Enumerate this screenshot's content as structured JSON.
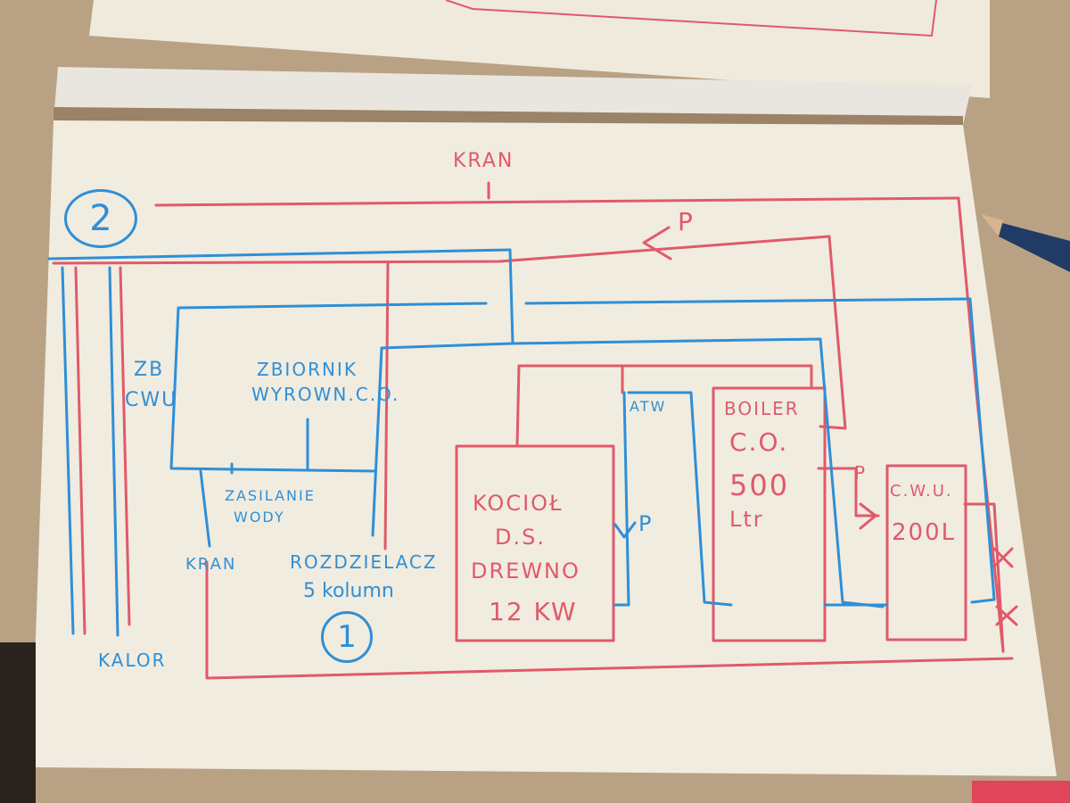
{
  "colors": {
    "table": "#b9a184",
    "paper": "#f1ece0",
    "hot_pipe": "#e05a6a",
    "cold_pipe": "#2f8fd6"
  },
  "labels": {
    "kran_top": "KRAN",
    "circle_2": "2",
    "circle_1": "1",
    "zb_cwu_1": "ZB",
    "zb_cwu_2": "CWU",
    "zbiornik_1": "ZBIORNIK",
    "zbiornik_2": "WYROWN.C.O.",
    "zasilanie_1": "ZASILANIE",
    "zasilanie_2": "WODY",
    "kran_left": "KRAN",
    "rozdzielacz": "ROZDZIELACZ",
    "kolumn": "5 kolumn",
    "kalor": "KALOR",
    "kociol_1": "KOCIOŁ",
    "kociol_2": "D.S.",
    "kociol_3": "DREWNO",
    "kociol_4": "12 KW",
    "atw": "ATW",
    "p_left": "P",
    "p_top": "P",
    "p_mid": "P",
    "boiler_1": "BOILER",
    "boiler_2": "C.O.",
    "boiler_3": "500",
    "boiler_4": "Ltr",
    "cwu_1": "C.W.U.",
    "cwu_2": "200L"
  }
}
